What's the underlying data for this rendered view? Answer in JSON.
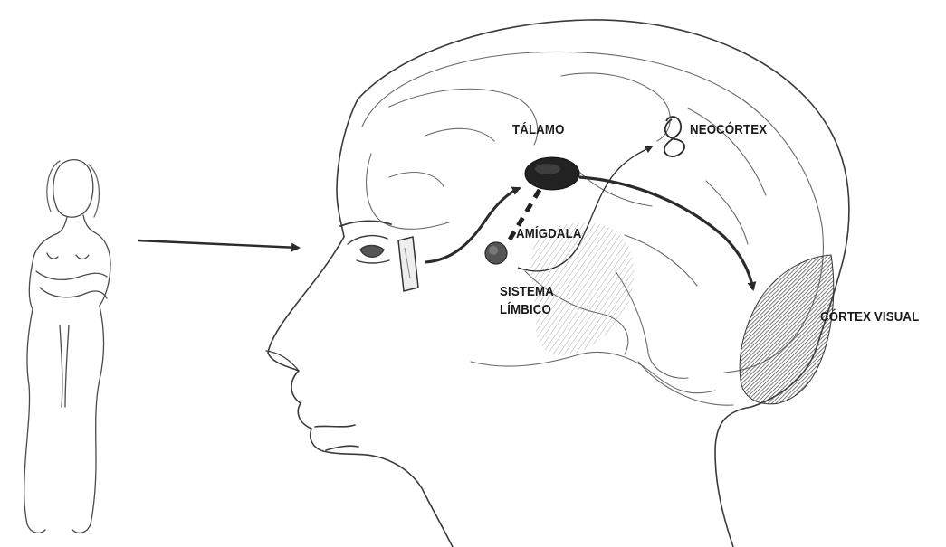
{
  "labels": {
    "talamo": "TÁLAMO",
    "neocortex": "NEOCÓRTEX",
    "amigdala": "AMÍGDALA",
    "sistema_line1": "SISTEMA",
    "sistema_line2": "LÍMBICO",
    "cortex_visual": "CÓRTEX VISUAL"
  },
  "colors": {
    "ink": "#2b2b2b",
    "shade": "#555555",
    "background": "#ffffff"
  }
}
